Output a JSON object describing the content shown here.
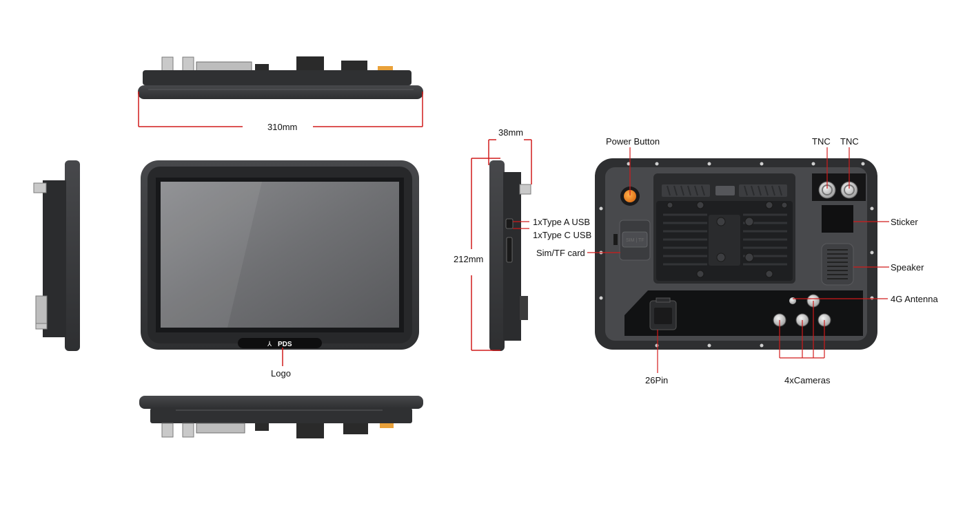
{
  "dimensions": {
    "width": "310mm",
    "depth": "38mm",
    "height": "212mm"
  },
  "labels": {
    "logo": "Logo",
    "power_button": "Power Button",
    "tnc_left": "TNC",
    "tnc_right": "TNC",
    "usb_a": "1xType A USB",
    "usb_c": "1xType C USB",
    "sim_tf": "Sim/TF card",
    "sticker": "Sticker",
    "speaker": "Speaker",
    "antenna_4g": "4G Antenna",
    "pin26": "26Pin",
    "cameras": "4xCameras"
  },
  "device": {
    "brand": "PDS",
    "sim_slot_text": "SIM | TF"
  },
  "colors": {
    "dimension_line": "#d11a1a",
    "device_body": "#3a3a3c",
    "device_dark": "#1f1f21",
    "screen": "#6e6f72",
    "accent_orange": "#f08a1e"
  }
}
